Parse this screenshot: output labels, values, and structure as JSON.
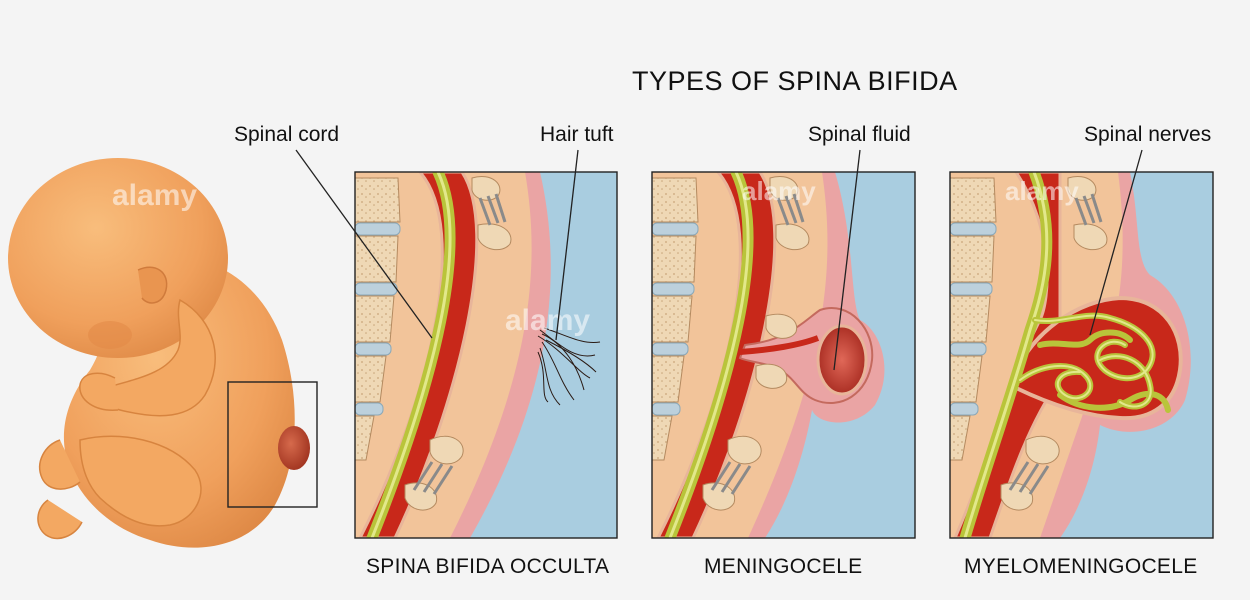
{
  "title": "TYPES OF SPINA BIFIDA",
  "labels": {
    "spinal_cord": "Spinal cord",
    "hair_tuft": "Hair tuft",
    "spinal_fluid": "Spinal fluid",
    "spinal_nerves": "Spinal nerves"
  },
  "captions": {
    "occulta": "SPINA BIFIDA OCCULTA",
    "meningocele": "MENINGOCELE",
    "myelomeningocele": "MYELOMENINGOCELE"
  },
  "watermark": "alamy",
  "colors": {
    "background": "#f4f4f4",
    "skin": "#f3a45e",
    "tissue": "#eaa4a4",
    "canal": "#c8281a",
    "cord": "#b9c43a",
    "water": "#a9cde0",
    "bone": "#efd8b5"
  }
}
